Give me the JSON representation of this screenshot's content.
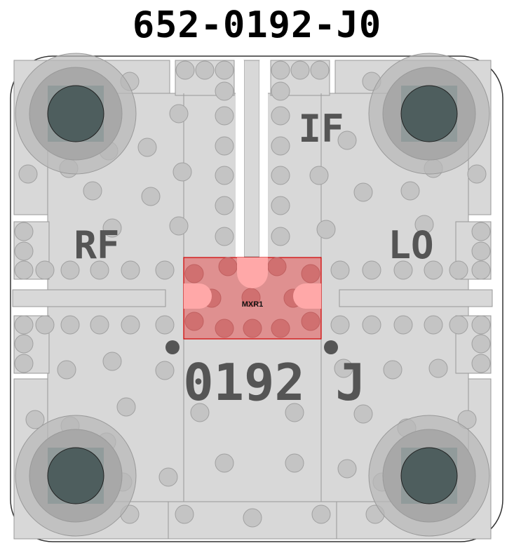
{
  "title": "652-0192-J0",
  "labels": {
    "if": "IF",
    "rf": "RF",
    "lo": "LO",
    "part": "0192",
    "rev": "J",
    "component": "MXR1"
  },
  "colors": {
    "board": "#d8d8d8",
    "via": "#c4c4c4",
    "pad": "#506868",
    "chip": "#e08888",
    "chip_border": "#d00000",
    "chip_pad": "#ffa8a8",
    "text": "#555555"
  }
}
